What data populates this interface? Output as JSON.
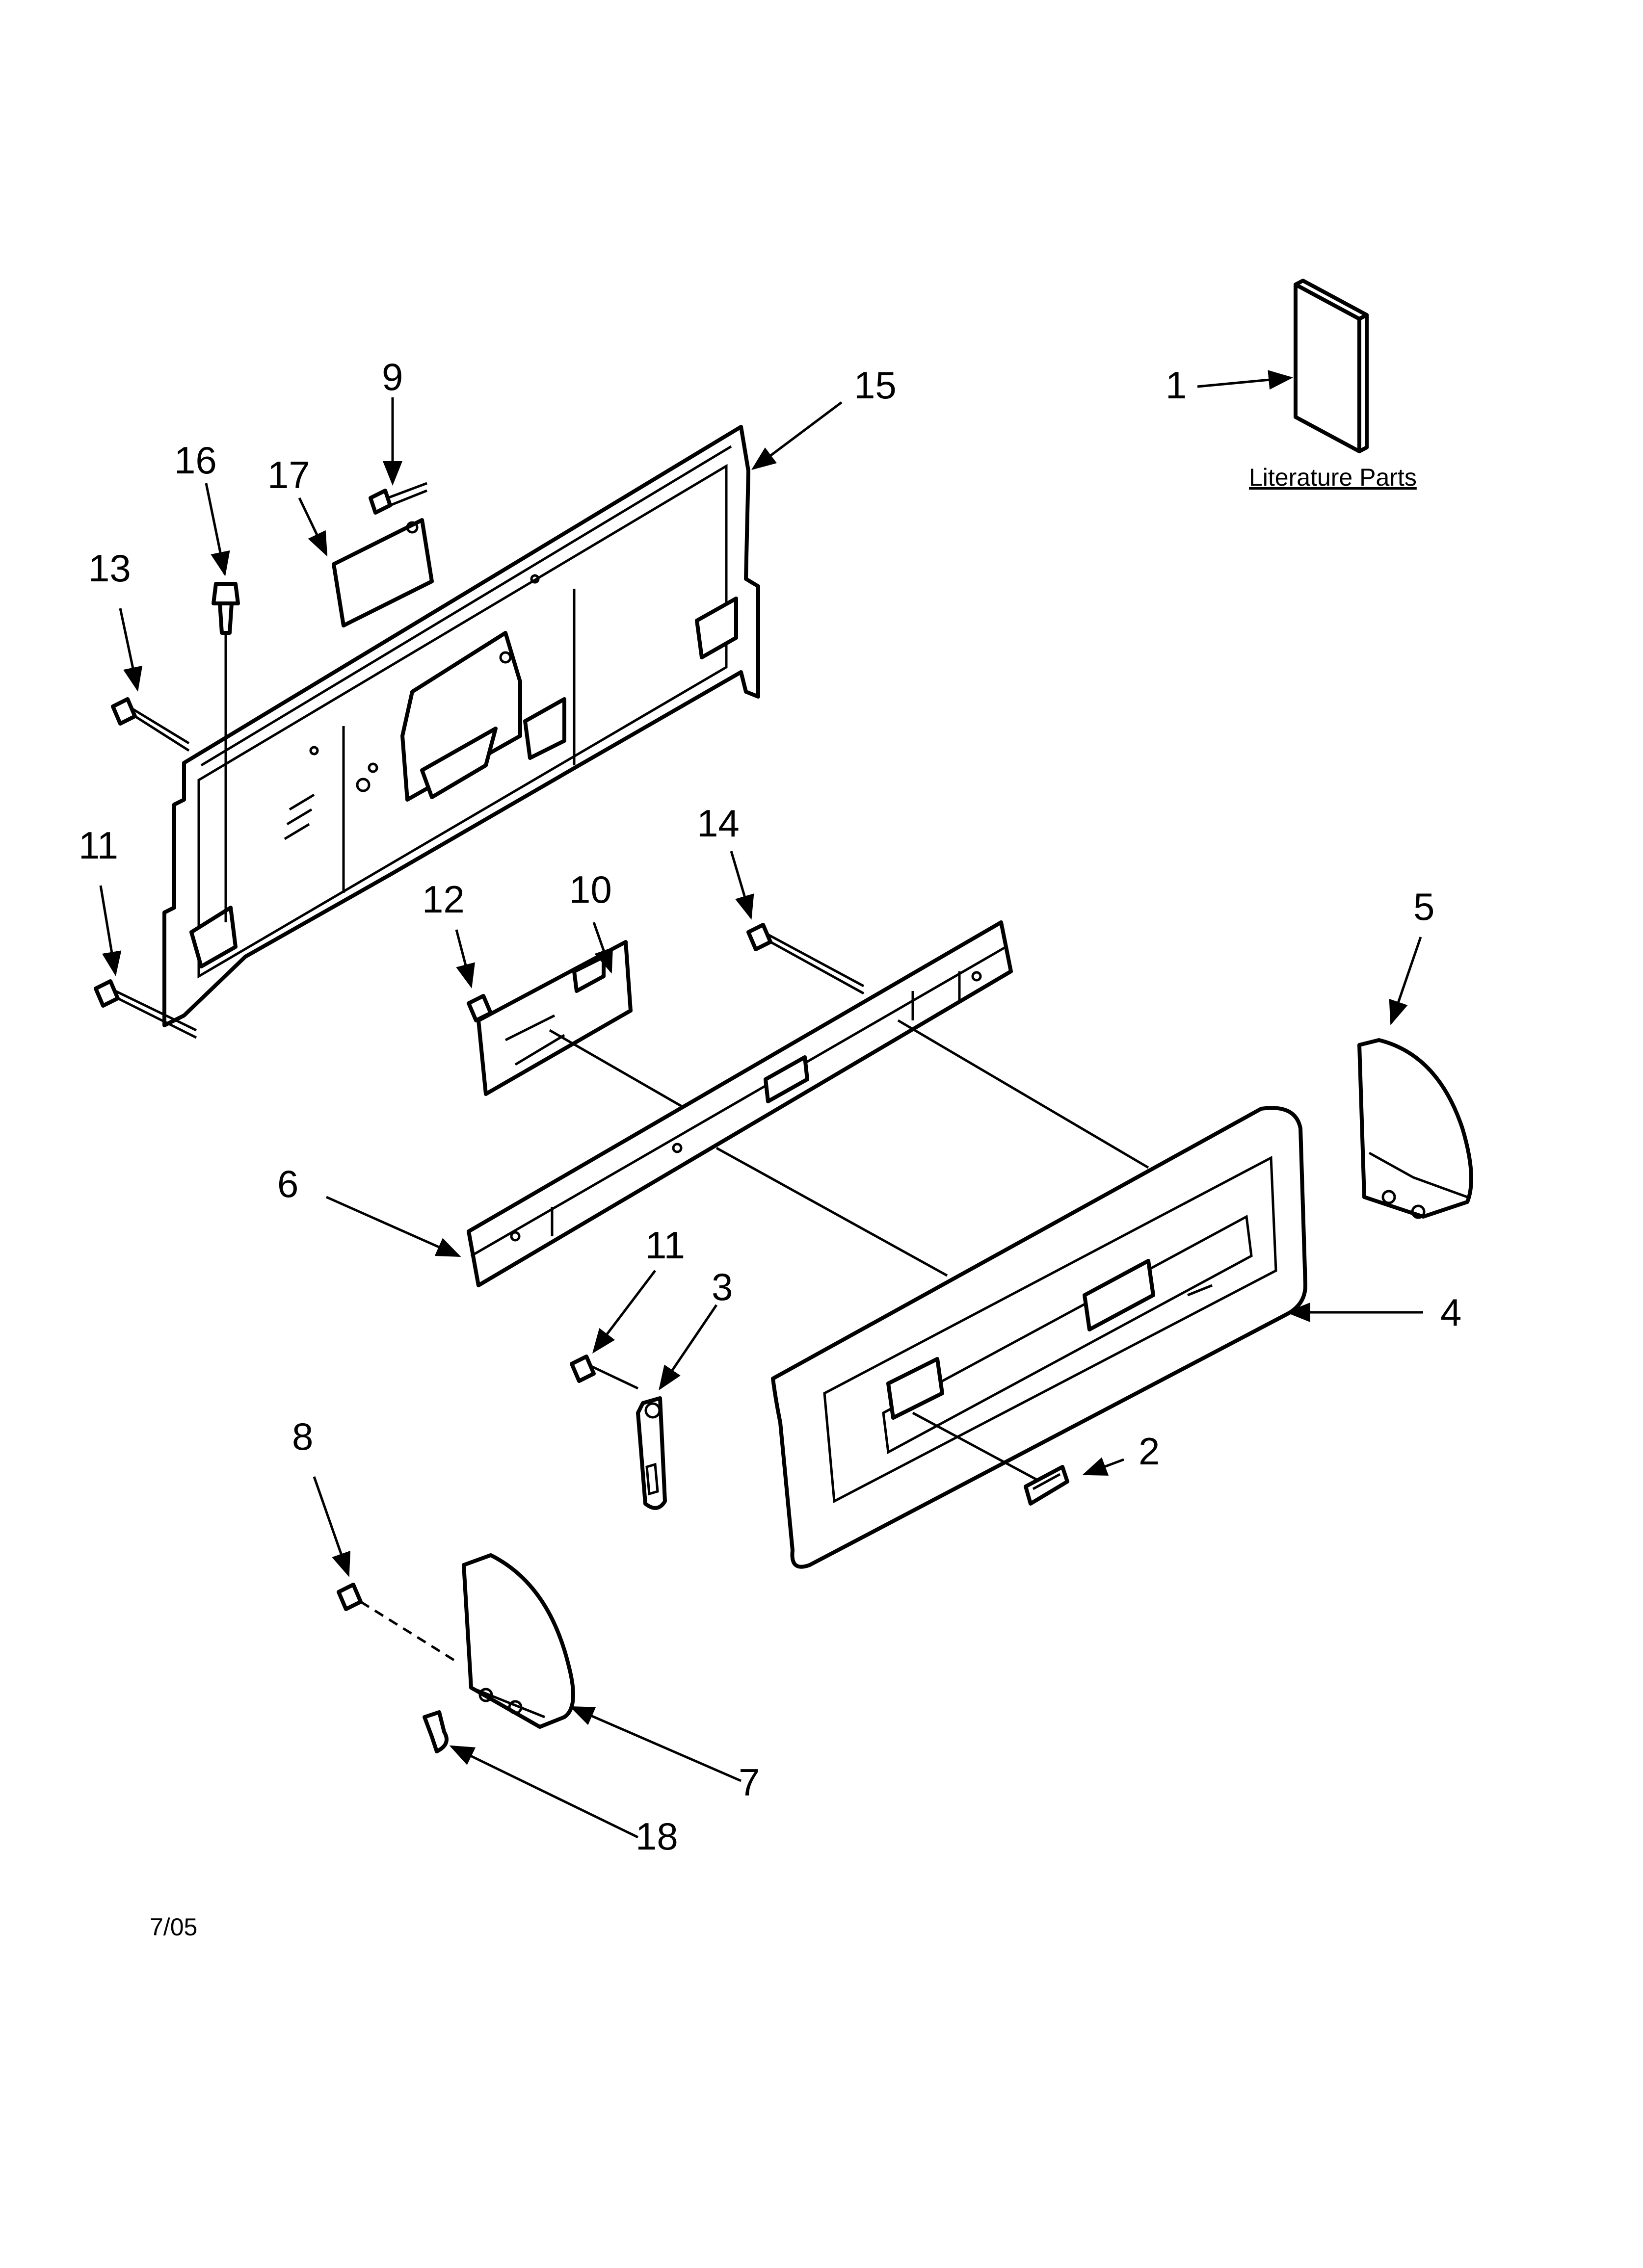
{
  "diagram": {
    "callouts": {
      "c1": "1",
      "c2": "2",
      "c3": "3",
      "c4": "4",
      "c5": "5",
      "c6": "6",
      "c7": "7",
      "c8": "8",
      "c9": "9",
      "c10": "10",
      "c11a": "11",
      "c11b": "11",
      "c12": "12",
      "c13": "13",
      "c14": "14",
      "c15": "15",
      "c16": "16",
      "c17": "17",
      "c18": "18"
    },
    "literature_caption": "Literature Parts",
    "date_code": "7/05"
  }
}
